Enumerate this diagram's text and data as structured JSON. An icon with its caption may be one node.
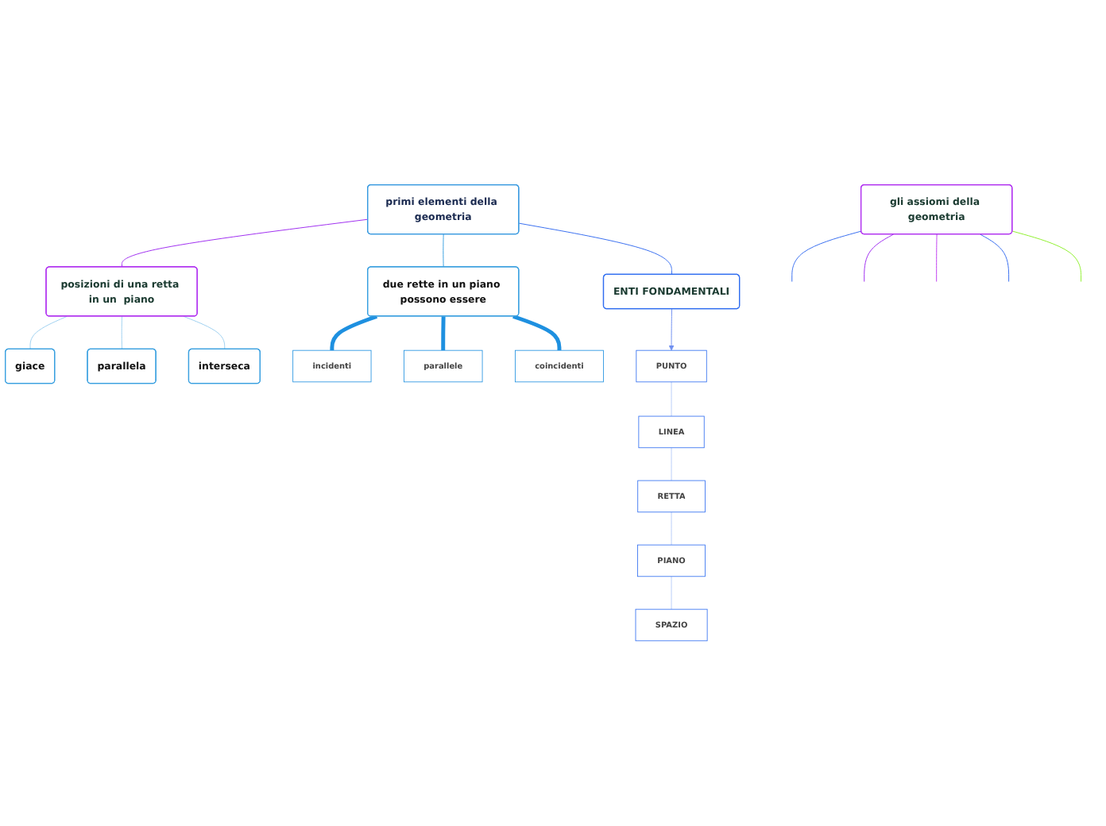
{
  "diagram": {
    "nodes": [
      {
        "text": [
          "primi elementi della geometria"
        ]
      },
      {
        "text": [
          "ENTI FONDAMENTALI"
        ]
      },
      {
        "text": [
          "posizioni di una retta in un  piano"
        ]
      },
      {
        "text": [
          "due rette in un piano possono essere"
        ]
      },
      {
        "text": [
          "giace"
        ]
      },
      {
        "text": [
          "parallela"
        ]
      },
      {
        "text": [
          "interseca"
        ]
      },
      {
        "text": [
          "incidenti"
        ]
      },
      {
        "text": [
          "parallele"
        ]
      },
      {
        "text": [
          "coincidenti"
        ]
      },
      {
        "text": [
          "PUNTO"
        ]
      },
      {
        "text": [
          "LINEA"
        ]
      },
      {
        "text": [
          "RETTA"
        ]
      },
      {
        "text": [
          "PIANO"
        ]
      },
      {
        "text": [
          "SPAZIO"
        ]
      },
      {
        "text": [
          "gli assiomi della geometria"
        ]
      }
    ],
    "edges": [
      {
        "from": 0,
        "to": 1,
        "arrow": "none",
        "color": "#3a6ff0"
      },
      {
        "from": 0,
        "to": 2,
        "arrow": "none",
        "color": "#a030f0"
      },
      {
        "from": 0,
        "to": 3,
        "arrow": "none",
        "color": "#3aa0e0"
      },
      {
        "from": 2,
        "to": 4,
        "arrow": "none",
        "color": "#9fd0f0"
      },
      {
        "from": 2,
        "to": 5,
        "arrow": "none",
        "color": "#9fd0f0"
      },
      {
        "from": 2,
        "to": 6,
        "arrow": "none",
        "color": "#9fd0f0"
      },
      {
        "from": 3,
        "to": 7,
        "arrow": "none",
        "color": "#1e90e0",
        "style": "thick"
      },
      {
        "from": 3,
        "to": 8,
        "arrow": "none",
        "color": "#1e90e0",
        "style": "thick"
      },
      {
        "from": 3,
        "to": 9,
        "arrow": "none",
        "color": "#1e90e0",
        "style": "thick"
      },
      {
        "from": 1,
        "to": 10,
        "arrow": "to",
        "color": "#7090f0"
      },
      {
        "from": 10,
        "to": 11,
        "arrow": "none",
        "color": "#b8ccf8"
      },
      {
        "from": 11,
        "to": 12,
        "arrow": "none",
        "color": "#b8ccf8"
      },
      {
        "from": 12,
        "to": 13,
        "arrow": "none",
        "color": "#b8ccf8"
      },
      {
        "from": 13,
        "to": 14,
        "arrow": "none",
        "color": "#b8ccf8"
      },
      {
        "from": 15,
        "to": null,
        "arrow": "none",
        "color": "#3a6ff0"
      },
      {
        "from": 15,
        "to": null,
        "arrow": "none",
        "color": "#a030f0"
      },
      {
        "from": 15,
        "to": null,
        "arrow": "none",
        "color": "#c040f0"
      },
      {
        "from": 15,
        "to": null,
        "arrow": "none",
        "color": "#3a6ff0"
      },
      {
        "from": 15,
        "to": null,
        "arrow": "none",
        "color": "#90f030"
      }
    ]
  }
}
